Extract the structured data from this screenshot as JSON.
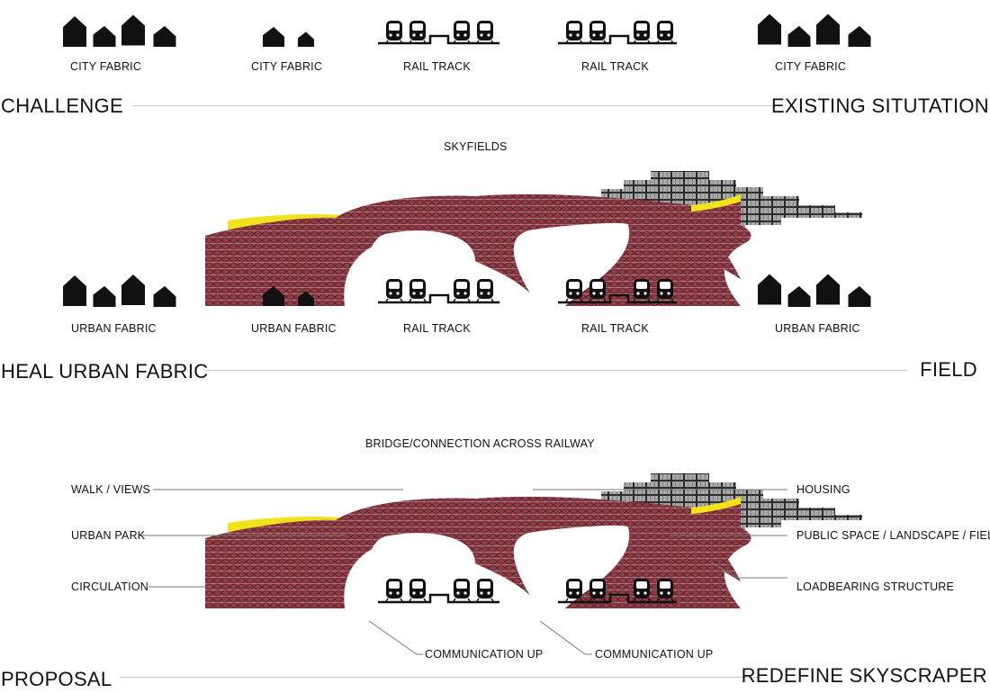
{
  "row1": {
    "labels": [
      "CITY FABRIC",
      "CITY FABRIC",
      "RAIL TRACK",
      "RAIL TRACK",
      "CITY FABRIC"
    ],
    "left_title": "CHALLENGE",
    "right_title": "EXISTING SITUTATION"
  },
  "row2": {
    "top_label": "SKYFIELDS",
    "labels": [
      "URBAN FABRIC",
      "URBAN FABRIC",
      "RAIL TRACK",
      "RAIL TRACK",
      "URBAN FABRIC"
    ],
    "left_title": "HEAL URBAN FABRIC",
    "right_title": "FIELD"
  },
  "row3": {
    "top_label": "BRIDGE/CONNECTION ACROSS RAILWAY",
    "left_labels": [
      "WALK / VIEWS",
      "URBAN PARK",
      "CIRCULATION"
    ],
    "right_labels": [
      "HOUSING",
      "PUBLIC SPACE / LANDSCAPE / FIELD",
      "LOADBEARING STRUCTURE"
    ],
    "bottom_labels": [
      "COMMUNICATION UP",
      "COMMUNICATION UP"
    ],
    "left_title": "PROPOSAL",
    "right_title": "REDEFINE SKYSCRAPER"
  },
  "colors": {
    "structure": "#9b3a45",
    "structure_dark": "#5a2b30",
    "housing": "#a7a7a7",
    "landscape": "#f2e21e",
    "icon": "#111111",
    "rule": "#c8c8c8"
  },
  "icons": [
    "house-icon",
    "train-icon"
  ]
}
